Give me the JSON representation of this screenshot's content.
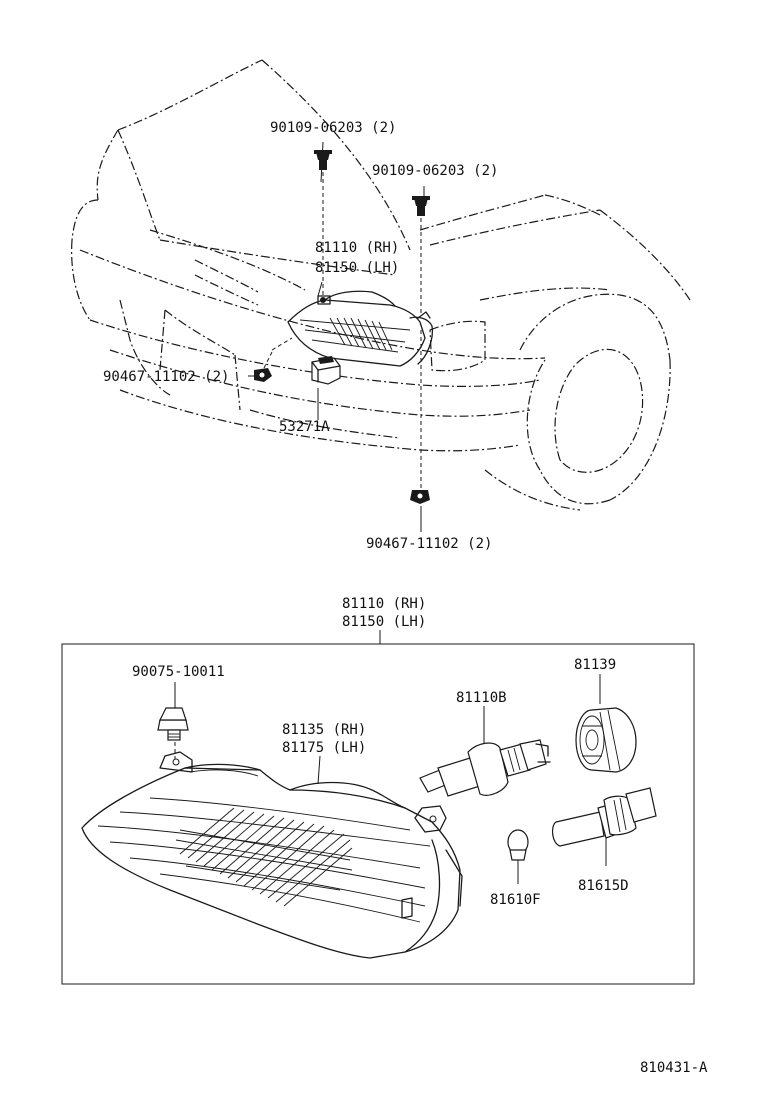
{
  "labels": {
    "bolt_top_a": "90109-06203 (2)",
    "bolt_top_b": "90109-06203 (2)",
    "headlamp_rh_top": "81110 (RH)",
    "headlamp_lh_top": "81150 (LH)",
    "nut_left": "90467-11102 (2)",
    "bracket": "53271A",
    "nut_bottom": "90467-11102 (2)",
    "assy_rh": "81110 (RH)",
    "assy_lh": "81150 (LH)",
    "screw": "90075-10011",
    "lens_rh": "81135 (RH)",
    "lens_lh": "81175 (LH)",
    "bulb_main": "81110B",
    "socket_cover": "81139",
    "bulb_small": "81610F",
    "socket": "81615D",
    "drawing_code": "810431-A"
  }
}
